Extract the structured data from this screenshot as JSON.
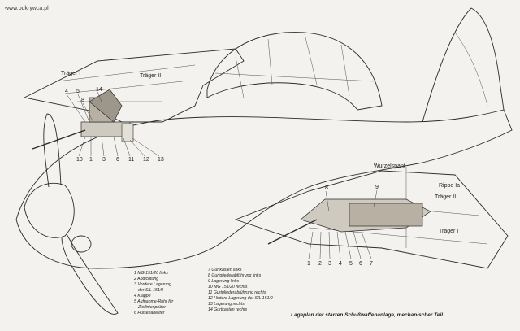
{
  "watermark": "www.odkrywca.pl",
  "labels": {
    "traeger_1": "Träger I",
    "traeger_2": "Träger II",
    "wurzelspant": "Wurzelspant",
    "rippe_1a": "Rippe Ia"
  },
  "callouts": {
    "upper": [
      "14",
      "4",
      "5",
      "8",
      "10",
      "1",
      "3",
      "6",
      "11",
      "12",
      "13"
    ],
    "lower_top": [
      "8",
      "9"
    ],
    "lower": [
      "1",
      "2",
      "3",
      "4",
      "5",
      "6",
      "7"
    ]
  },
  "legend": [
    "1 MG 151/20 links",
    "2 Abdichtung",
    "3 Vordere Lagerung",
    "der SIL 151/9",
    "4 Klappe",
    "5 Aufnahme-Rohr für",
    "Ziellinienprüfer",
    "6 Hülsenableiter",
    "7 Gurtkasten links",
    "8 Gurtgliederabführung links",
    "9 Lagerung links",
    "10 MG 151/20 rechts",
    "11 Gurtgliederabführung rechts",
    "12 Hintere Lagerung der SIL 151/9",
    "13 Lagerung rechts",
    "14 Gurtkasten rechts"
  ],
  "caption": "Lageplan der starren Schußwaffenanlage, mechanischer Teil"
}
